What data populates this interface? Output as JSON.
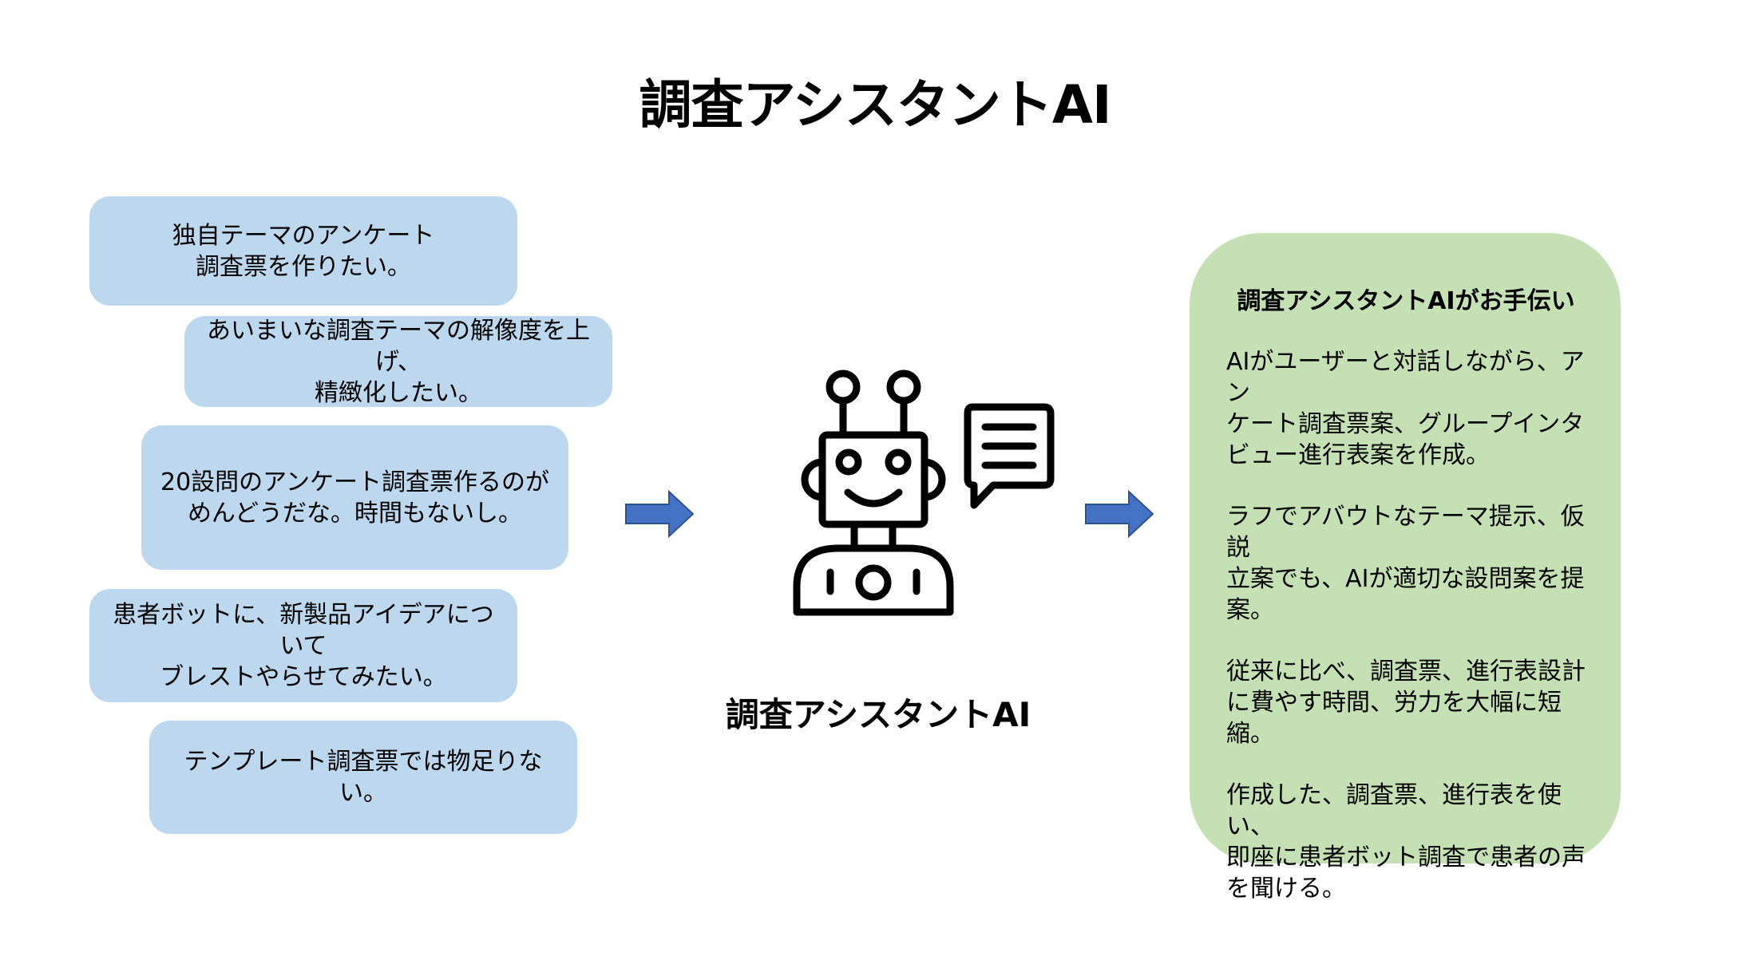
{
  "title": "調査アシスタントAI",
  "needs": [
    {
      "text": "独自テーマのアンケート\n調査票を作りたい。"
    },
    {
      "text": "あいまいな調査テーマの解像度を上げ、\n精緻化したい。"
    },
    {
      "text": "20設問のアンケート調査票作るのが\nめんどうだな。時間もないし。"
    },
    {
      "text": "患者ボットに、新製品アイデアについて\nブレストやらせてみたい。"
    },
    {
      "text": "テンプレート調査票では物足りない。"
    }
  ],
  "robot": {
    "label": "調査アシスタントAI",
    "icon": "robot-icon",
    "chat_icon": "chat-bubble-icon"
  },
  "benefits": {
    "title": "調査アシスタントAIがお手伝い",
    "paragraphs": [
      "AIがユーザーと対話しながら、アン\nケート調査票案、グループインタ\nビュー進行表案を作成。",
      "ラフでアバウトなテーマ提示、仮説\n立案でも、AIが適切な設問案を提\n案。",
      "従来に比べ、調査票、進行表設計\nに費やす時間、労力を大幅に短縮。",
      "作成した、調査票、進行表を使い、\n即座に患者ボット調査で患者の声\nを聞ける。"
    ]
  },
  "colors": {
    "bubble": "#bdd7ee",
    "panel": "#c5e0b4",
    "arrow_fill": "#4472c4",
    "arrow_stroke": "#2f528f"
  }
}
